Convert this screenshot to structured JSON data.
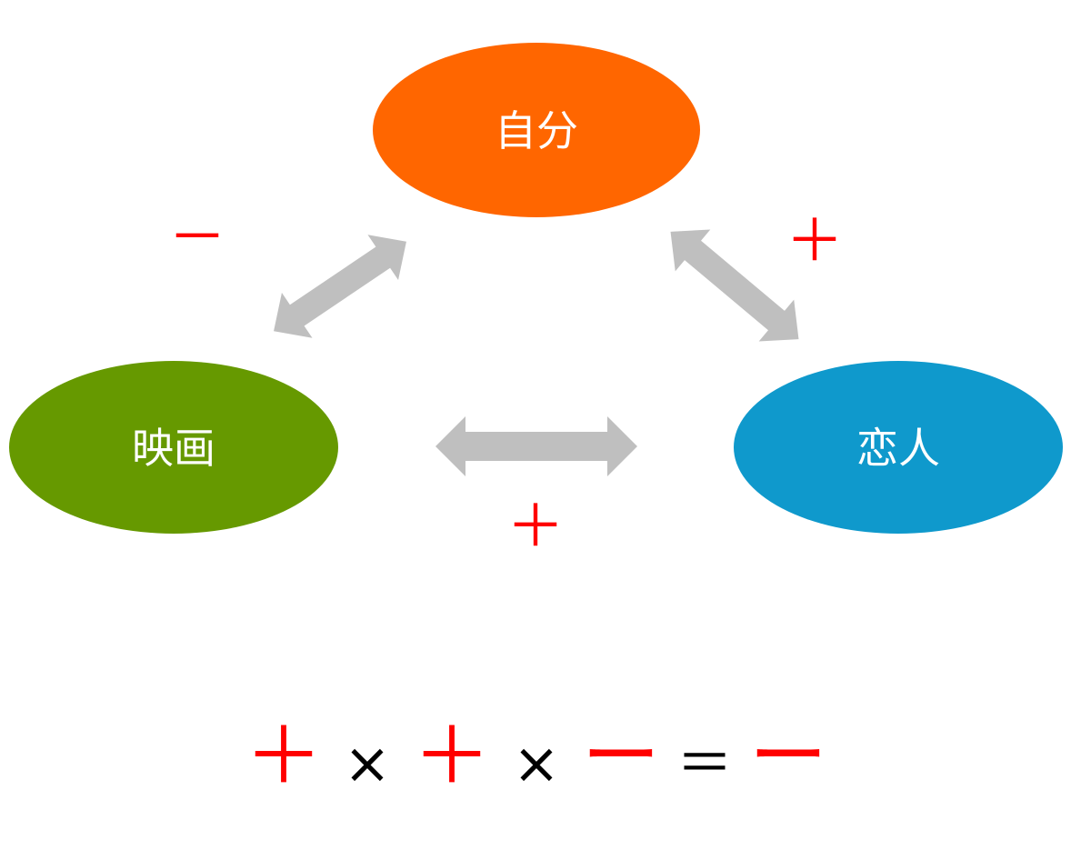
{
  "nodes": {
    "self": {
      "label": "自分",
      "color": "#ff6600"
    },
    "movie": {
      "label": "映画",
      "color": "#669900"
    },
    "partner": {
      "label": "恋人",
      "color": "#0f99cc"
    }
  },
  "arrow_color": "#bfbfbf",
  "sign_color": "#ff0000",
  "relations": {
    "self_movie": {
      "sign": "－"
    },
    "self_partner": {
      "sign": "＋"
    },
    "movie_partner": {
      "sign": "＋"
    }
  },
  "formula": {
    "term1": "＋",
    "op1": "×",
    "term2": "＋",
    "op2": "×",
    "term3": "ー",
    "equals": "＝",
    "result": "ー"
  }
}
